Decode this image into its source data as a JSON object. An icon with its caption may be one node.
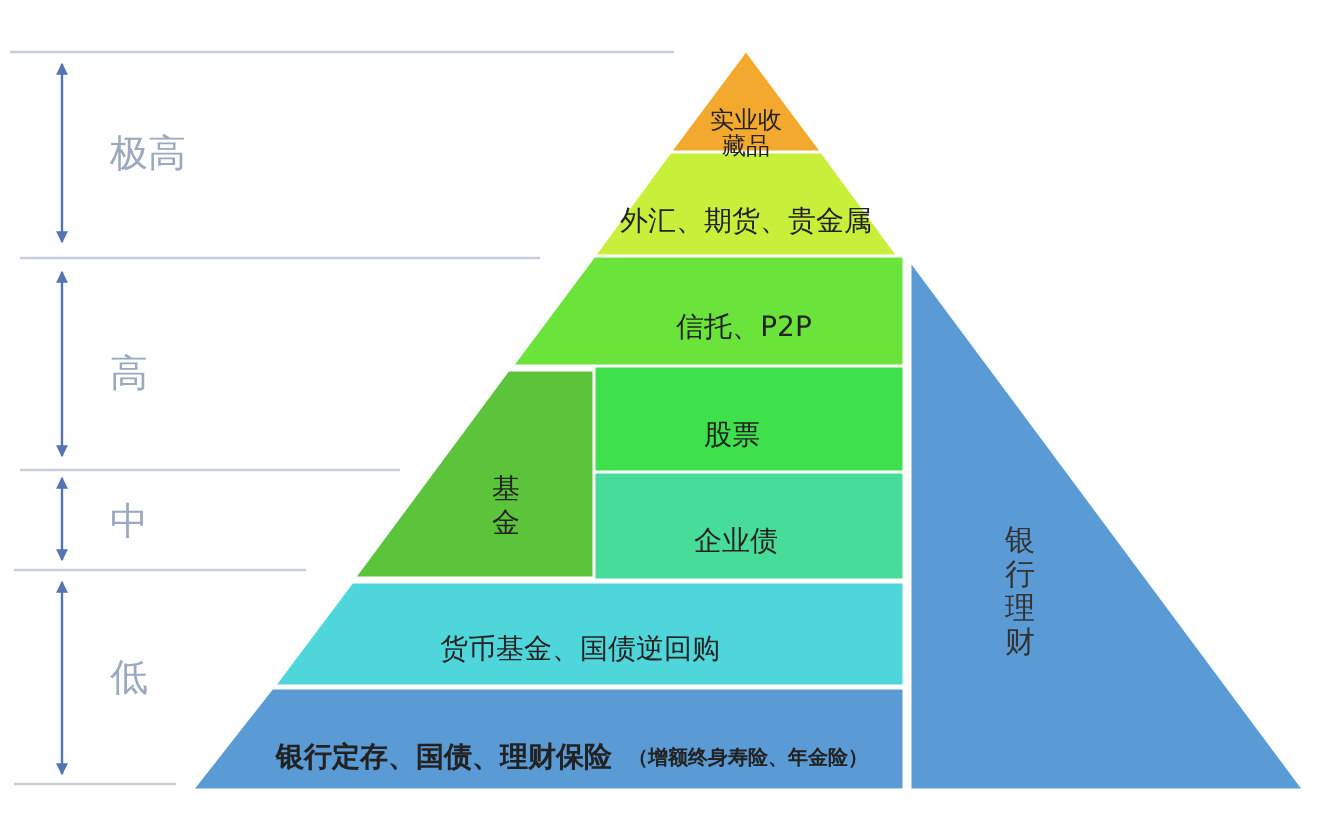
{
  "diagram": {
    "nodes": [
      {
        "text": [
          "实业收藏品"
        ]
      },
      {
        "text": [
          "外汇、期货、贵金属"
        ]
      },
      {
        "text": [
          "信托、P2P"
        ]
      },
      {
        "text": [
          "基金"
        ]
      },
      {
        "text": [
          "股票"
        ]
      },
      {
        "text": [
          "企业债"
        ]
      },
      {
        "text": [
          "货币基金、国债逆回购"
        ]
      },
      {
        "text": [
          "银行定存、国债、理财保险",
          "（增额终身寿险、年金险）"
        ]
      },
      {
        "text": [
          "银行理财"
        ]
      }
    ],
    "labels": [
      "极高",
      "高",
      "中",
      "低"
    ]
  }
}
